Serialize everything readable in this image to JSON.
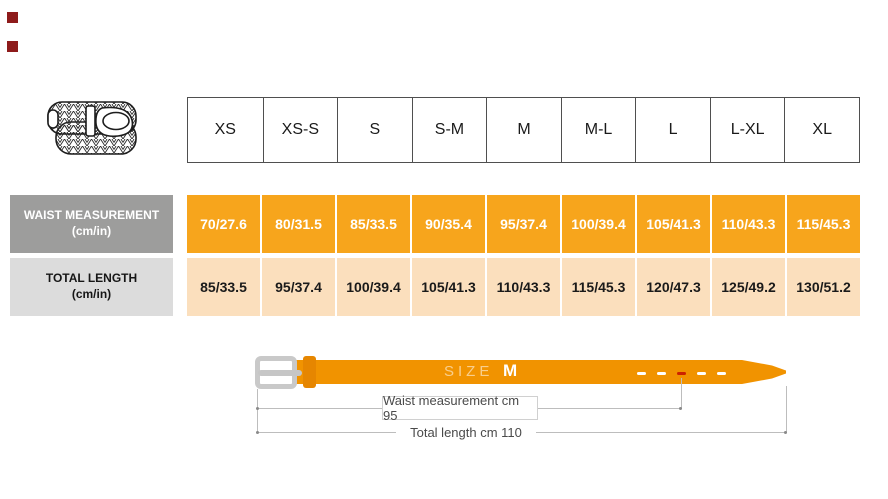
{
  "size_table": {
    "sizes": [
      "XS",
      "XS-S",
      "S",
      "S-M",
      "M",
      "M-L",
      "L",
      "L-XL",
      "XL"
    ],
    "rows": [
      {
        "label_line1": "WAIST MEASUREMENT",
        "label_line2": "(cm/in)",
        "values": [
          "70/27.6",
          "80/31.5",
          "85/33.5",
          "90/35.4",
          "95/37.4",
          "100/39.4",
          "105/41.3",
          "110/43.3",
          "115/45.3"
        ]
      },
      {
        "label_line1": "TOTAL LENGTH",
        "label_line2": "(cm/in)",
        "values": [
          "85/33.5",
          "95/37.4",
          "100/39.4",
          "105/41.3",
          "110/43.3",
          "115/45.3",
          "120/47.3",
          "125/49.2",
          "130/51.2"
        ]
      }
    ]
  },
  "belt_diagram": {
    "size_word": "SIZE",
    "size_value": "M",
    "waist_label": "Waist measurement cm 95",
    "total_label": "Total length cm 110"
  },
  "colors": {
    "waist_cell": "#F7A51C",
    "total_cell": "#FBDFBD",
    "waist_label_bg": "#9D9D9C",
    "total_label_bg": "#DCDCDC",
    "belt": "#F19300",
    "marked_hole": "#CC2200",
    "corner_marker": "#8E1B1B"
  }
}
